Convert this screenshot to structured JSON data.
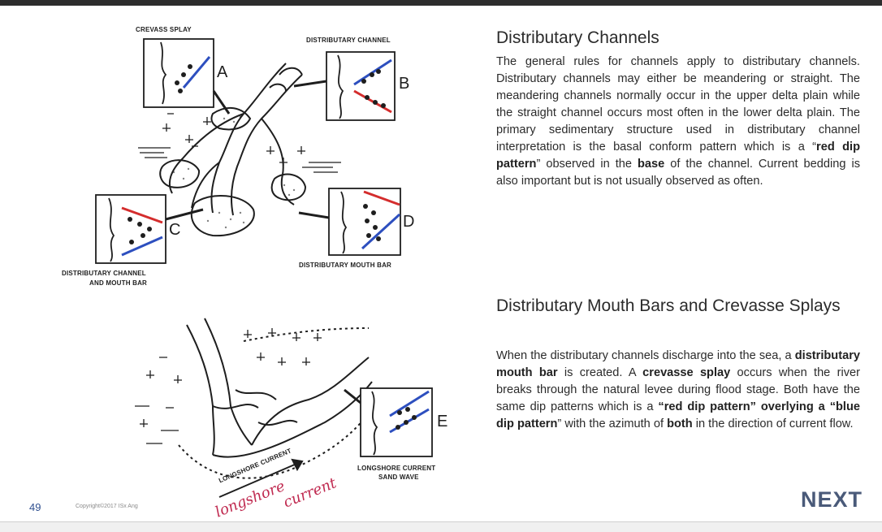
{
  "diagram_top": {
    "labels": {
      "crevass_splay": "CREVASS SPLAY",
      "distributary_channel": "DISTRIBUTARY CHANNEL",
      "distributary_channel_mouth_bar_line1": "DISTRIBUTARY CHANNEL",
      "distributary_channel_mouth_bar_line2": "AND MOUTH BAR",
      "distributary_mouth_bar": "DISTRIBUTARY MOUTH BAR"
    },
    "letters": [
      "A",
      "B",
      "C",
      "D"
    ]
  },
  "diagram_bottom": {
    "letter": "E",
    "labels": {
      "longshore_current_sand_wave_line1": "LONGSHORE CURRENT",
      "longshore_current_sand_wave_line2": "SAND WAVE",
      "longshore_current_arrow": "LONGSHORE CURRENT"
    },
    "handwriting": {
      "line1": "longshore",
      "line2": "current"
    }
  },
  "section1": {
    "heading": "Distributary Channels",
    "text_part1": "The general rules for channels apply to distributary channels.   Distributary channels may either be meandering or straight.  The meandering channels normally occur in the upper delta plain while the straight channel occurs most often in the lower delta plain.  The primary sedimentary structure used in distributary channel interpretation is the basal conform pattern which is a “",
    "bold1": "red dip pattern",
    "text_part2": "” observed in the ",
    "bold2": "base",
    "text_part3": " of the channel.  Current bedding is also important but is not usually observed as often."
  },
  "section2": {
    "heading": "Distributary Mouth Bars and Crevasse Splays",
    "text_part1": "When the distributary channels discharge into the sea, a ",
    "bold1": "distributary mouth bar",
    "text_part2": " is created.  A ",
    "bold2": "crevasse splay",
    "text_part3": " occurs when the river breaks through the natural levee during flood stage.  Both have the same dip patterns which is a ",
    "bold3": "“red dip pattern” overlying a “blue dip pattern",
    "text_part4": "” with the azimuth of ",
    "bold4": "both",
    "text_part5": " in the direction of current flow."
  },
  "footer": {
    "page_number": "49",
    "copyright": "Copyright©2017  ISx  Ang",
    "logo": "NEXT"
  },
  "colors": {
    "red_dip": "#d42d2d",
    "blue_dip": "#2d4fbf",
    "logo": "#4a5a79",
    "handwriting": "#c02a50"
  }
}
